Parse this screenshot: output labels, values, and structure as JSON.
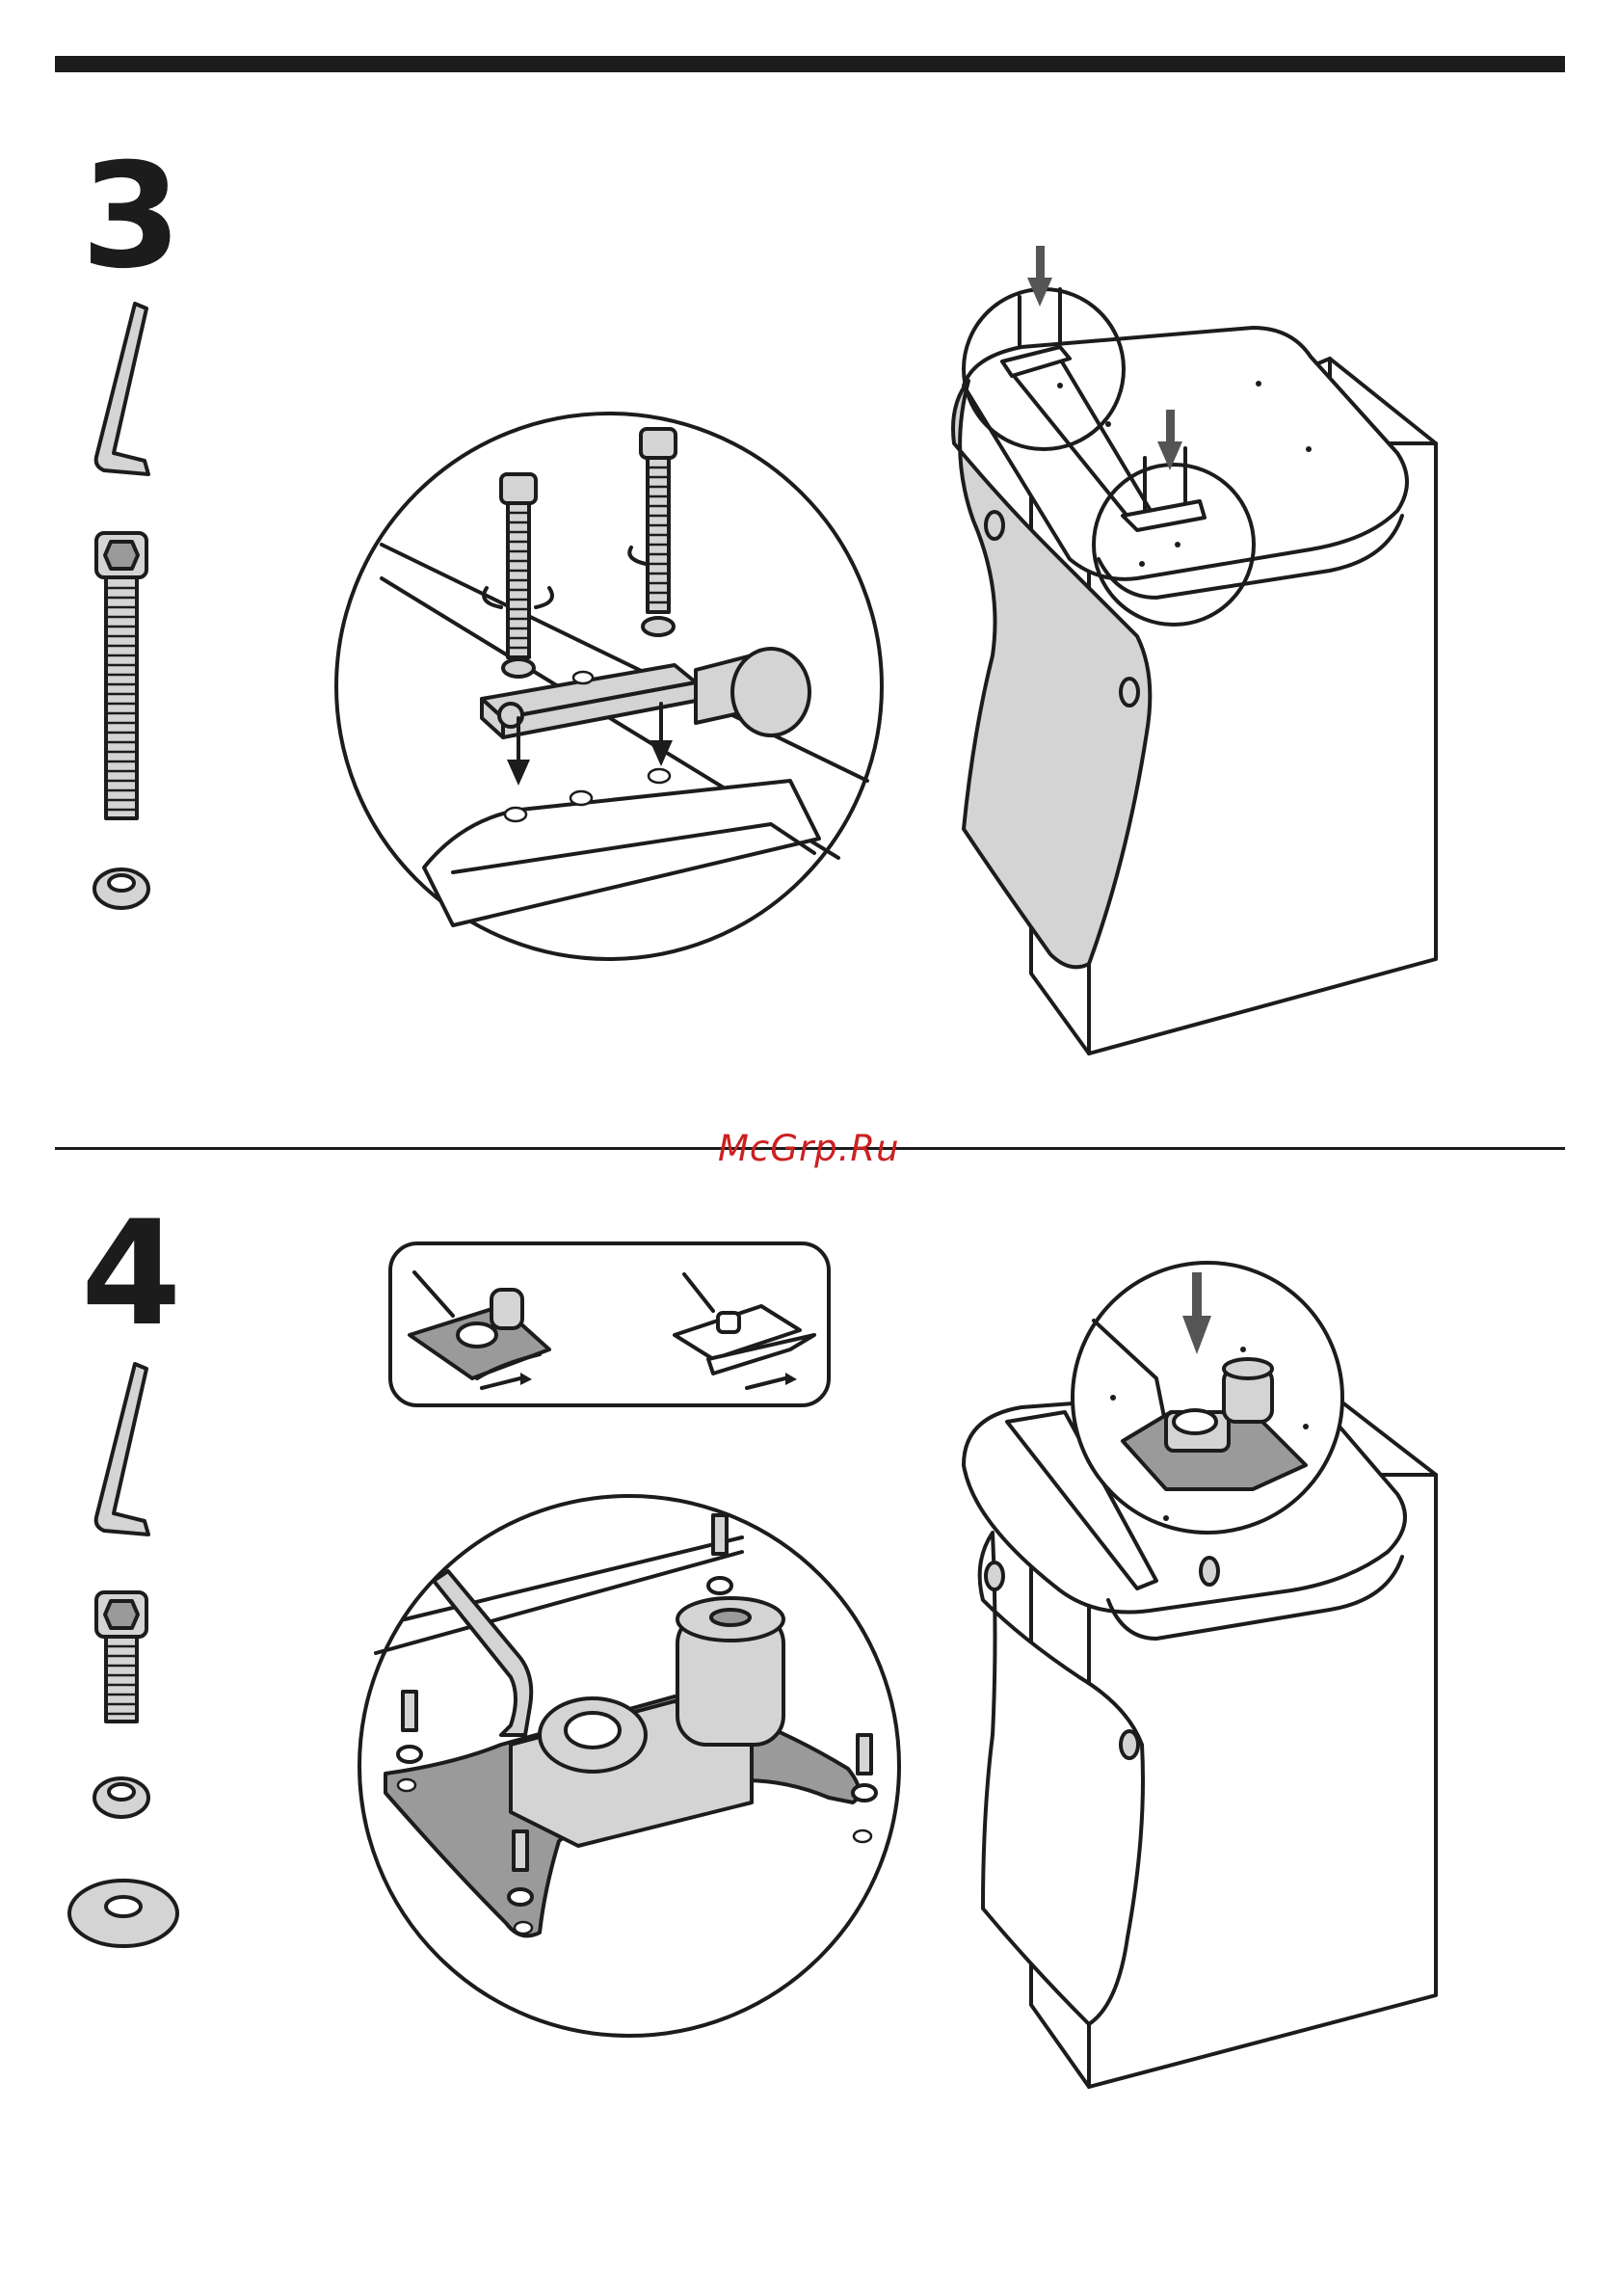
{
  "steps": [
    {
      "number": "3"
    },
    {
      "number": "4"
    }
  ],
  "watermark": "McGrp.Ru"
}
